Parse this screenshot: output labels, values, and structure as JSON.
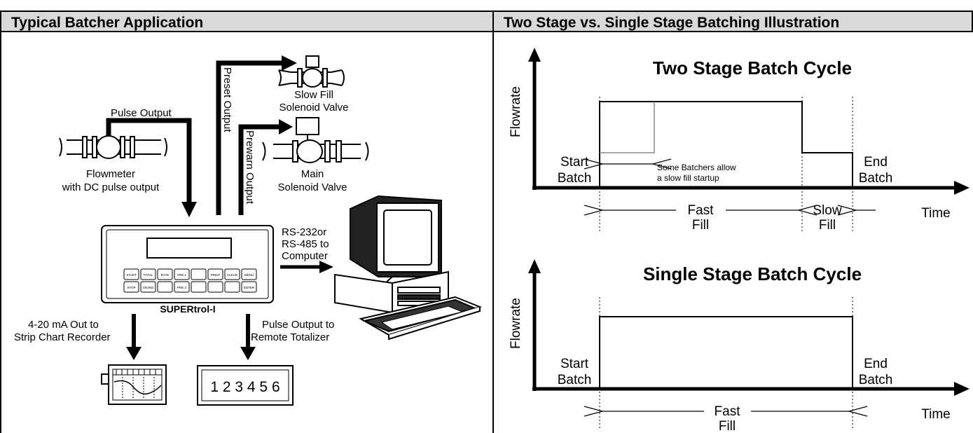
{
  "left_panel": {
    "title": "Typical Batcher Application",
    "labels": {
      "pulse_output": "Pulse Output",
      "preset_output": "Preset Output",
      "prewarn_output": "Prewarn Output",
      "slow_fill_1": "Slow Fill",
      "slow_fill_2": "Solenoid Valve",
      "main_1": "Main",
      "main_2": "Solenoid Valve",
      "flowmeter_1": "Flowmeter",
      "flowmeter_2": "with DC pulse output",
      "rs_1": "RS-232or",
      "rs_2": "RS-485 to",
      "rs_3": "Computer",
      "device": "SUPERtrol-I",
      "ma_1": "4-20 mA Out to",
      "ma_2": "Strip Chart Recorder",
      "po_1": "Pulse Output to",
      "po_2": "Remote Totalizer",
      "totalizer": "1 2 3 4 5 6"
    },
    "keypad": {
      "row1": [
        "START",
        "TOTAL",
        "RATE",
        "PRE 1",
        "",
        "PRINT",
        "CLEAR",
        "MENU"
      ],
      "row2": [
        "STOP",
        "GRAND",
        "",
        "PRE 2",
        "",
        "",
        "",
        "ENTER"
      ]
    }
  },
  "right_panel": {
    "title": "Two Stage vs. Single Stage Batching Illustration",
    "two_stage": {
      "title": "Two Stage Batch Cycle",
      "ylabel": "Flowrate",
      "xlabel": "Time",
      "start_1": "Start",
      "start_2": "Batch",
      "end_1": "End",
      "end_2": "Batch",
      "note_1": "Some Batchers allow",
      "note_2": "a slow fill startup",
      "fast_1": "Fast",
      "fast_2": "Fill",
      "slow_1": "Slow",
      "slow_2": "Fill"
    },
    "single_stage": {
      "title": "Single Stage Batch Cycle",
      "ylabel": "Flowrate",
      "xlabel": "Time",
      "start_1": "Start",
      "start_2": "Batch",
      "end_1": "End",
      "end_2": "Batch",
      "fast_1": "Fast",
      "fast_2": "Fill"
    }
  }
}
